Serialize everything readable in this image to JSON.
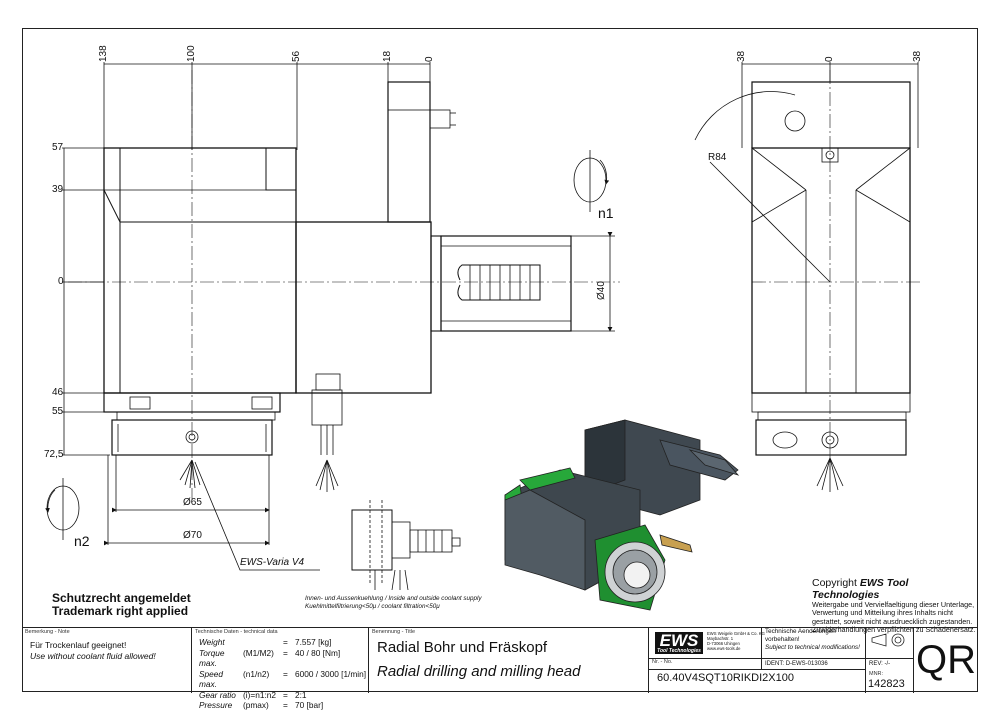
{
  "dims_top_left": [
    "138",
    "100",
    "56",
    "18",
    "0"
  ],
  "dims_left": [
    "57",
    "39",
    "0",
    "46",
    "55",
    "72,5"
  ],
  "dims_top_right": [
    "38",
    "0",
    "38"
  ],
  "dia_40": "Ø40",
  "dia_65": "Ø65",
  "dia_70": "Ø70",
  "radius": "R84",
  "rot_n1": "n1",
  "rot_n2": "n2",
  "varia_label": "EWS-Varia V4",
  "coolant_note": [
    "Innen- und Aussenkuehlung / Inside and outside coolant supply",
    "Kuehlmittelfiltrierung<50μ / coolant filtration<50μ"
  ],
  "trademark": [
    "Schutzrecht angemeldet",
    "Trademark right applied"
  ],
  "copyright": {
    "title_prefix": "Copyright ",
    "title_brand": "EWS Tool Technologies",
    "lines": [
      "Weitergabe und Vervielfaeltigung dieser Unterlage,",
      "Verwertung und Mitteilung ihres Inhalts nicht",
      "gestattet, soweit nicht ausdruecklich zugestanden.",
      "Zuwiderhandlungen verpflichten zu Schadenersatz."
    ]
  },
  "titleblock": {
    "remark_header": "Bemerkung - Note",
    "remark_de": "Für Trockenlauf geeignet!",
    "remark_en": "Use without coolant fluid allowed!",
    "tech_header": "Technische Daten - technical data",
    "tech_rows": [
      {
        "label": "Weight",
        "sym": "",
        "eq": "=",
        "val": "7.557 [kg]"
      },
      {
        "label": "Torque max.",
        "sym": "(M1/M2)",
        "eq": "=",
        "val": "40 / 80 [Nm]"
      },
      {
        "label": "Speed max.",
        "sym": "(n1/n2)",
        "eq": "=",
        "val": "6000 / 3000 [1/min]"
      },
      {
        "label": "Gear ratio",
        "sym": "(i)=n1:n2",
        "eq": "=",
        "val": "2:1"
      },
      {
        "label": "Pressure",
        "sym": "(pmax)",
        "eq": "=",
        "val": "70 [bar]"
      }
    ],
    "title_header": "Benennung - Title",
    "title_de": "Radial Bohr und Fräskopf",
    "title_en": "Radial drilling and milling head",
    "logo": "EWS",
    "logo_sub": "Tool Technologies",
    "company": [
      "EWS Weigele GmbH & Co. KG",
      "Maybachstr. 1",
      "D-73066 Uhingen",
      "www.ews-tools.de"
    ],
    "modif_de": "Technische Aenderungen vorbehalten!",
    "modif_en": "Subject to technical modifications!",
    "ident_label": "IDENT:",
    "ident_value": "D-EWS-013036",
    "rev_label": "REV:",
    "rev_value": "-/-",
    "nr_label": "Nr. - No.",
    "nr_value": "60.40V4SQT10RIKDI2X100",
    "mnr_label": "MNR:",
    "mnr_value": "142823",
    "code": "QR"
  }
}
